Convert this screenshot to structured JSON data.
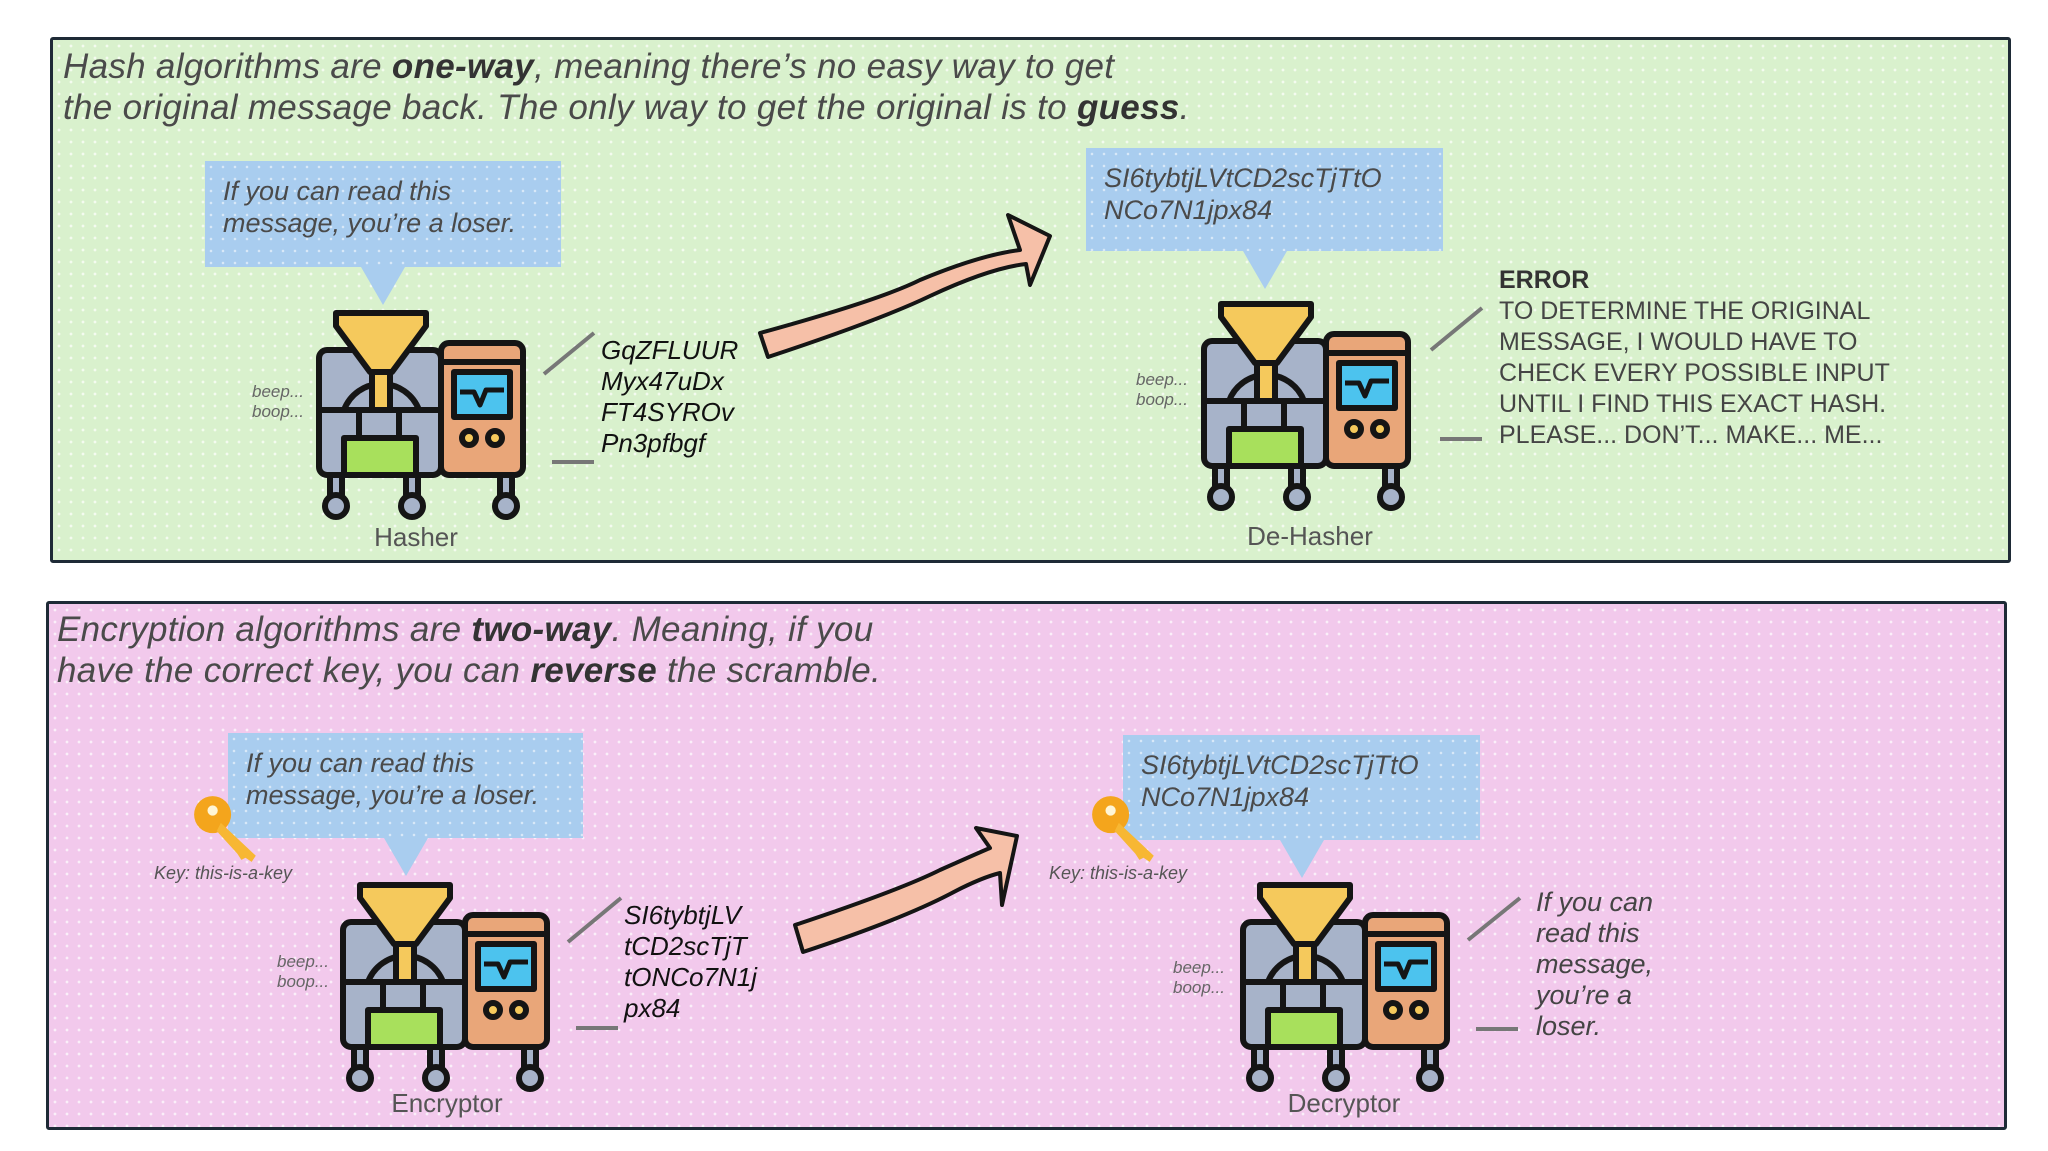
{
  "hash_panel": {
    "heading_line1_pre": "Hash algorithms are ",
    "heading_line1_bold": "one-way",
    "heading_line1_post": ", meaning there’s no easy way to get",
    "heading_line2_pre": "the original message back. The only way to get the original is to ",
    "heading_line2_bold": "guess",
    "heading_line2_post": ".",
    "input_bubble": "If you can read this message, you’re a loser.",
    "hasher": {
      "label": "Hasher",
      "sound1": "beep...",
      "sound2": "boop..."
    },
    "hash_output": [
      "GqZFLUUR",
      "Myx47uDx",
      "FT4SYROv",
      "Pn3pfbgf"
    ],
    "dehasher_bubble_line1": "SI6tybtjLVtCD2scTjTtO",
    "dehasher_bubble_line2": "NCo7N1jpx84",
    "dehasher": {
      "label": "De-Hasher",
      "sound1": "beep...",
      "sound2": "boop..."
    },
    "error_title": "ERROR",
    "error_lines": [
      "To determine the original",
      "message, I would have to",
      "check every possible input",
      "until I find this exact hash.",
      "Please... don’t... make... me..."
    ]
  },
  "encryption_panel": {
    "heading_line1_pre": "Encryption algorithms are ",
    "heading_line1_bold": "two-way",
    "heading_line1_post": ". Meaning, if you",
    "heading_line2_pre": "have the correct key, you can ",
    "heading_line2_bold": "reverse",
    "heading_line2_post": " the scramble.",
    "input_bubble": "If you can read this message, you’re a loser.",
    "encrypt_key_label": "Key: this-is-a-key",
    "encryptor": {
      "label": "Encryptor",
      "sound1": "beep...",
      "sound2": "boop..."
    },
    "cipher_output": [
      "SI6tybtjLV",
      "tCD2scTjT",
      "tONCo7N1j",
      "px84"
    ],
    "decryptor_bubble_line1": "SI6tybtjLVtCD2scTjTtO",
    "decryptor_bubble_line2": "NCo7N1jpx84",
    "decrypt_key_label": "Key: this-is-a-key",
    "decryptor": {
      "label": "Decryptor",
      "sound1": "beep...",
      "sound2": "boop..."
    },
    "decrypted_output": [
      "If you can",
      "read this",
      "message,",
      "you’re a",
      "loser."
    ]
  },
  "colors": {
    "hash_bg": "#d9f1cd",
    "encrypt_bg": "#f2c9ec",
    "bubble": "#a9cdef",
    "arrow": "#f6c0a8",
    "key": "#f4a51c"
  }
}
